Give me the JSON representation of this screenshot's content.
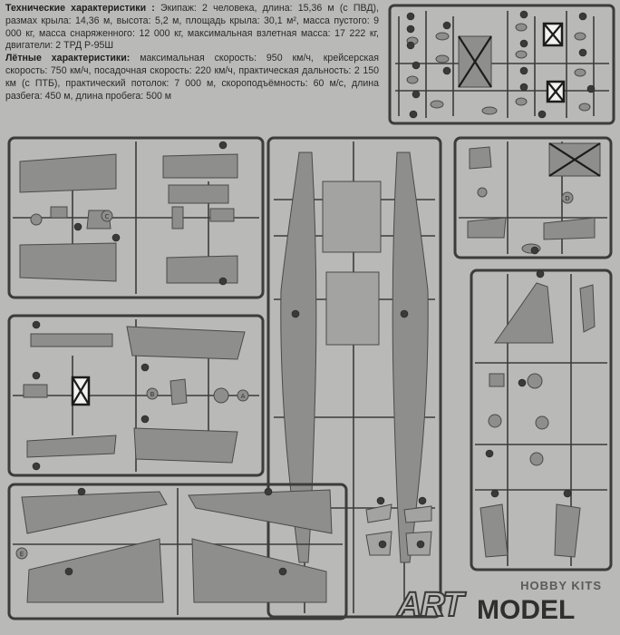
{
  "specs": {
    "tech_heading": "Технические характеристики :",
    "tech_text": " Экипаж: 2 человека, длина: 15,36 м (с ПВД), размах крыла: 14,36 м, высота: 5,2 м, площадь крыла: 30,1 м², масса пустого: 9 000 кг, масса снаряженного: 12 000 кг, максимальная взлетная масса: 17 222 кг, двигатели: 2 ТРД Р-95Ш",
    "flight_heading": "Лётные характеристики:",
    "flight_text": " максимальная скорость: 950 км/ч, крейсерская скорость: 750 км/ч, посадочная скорость: 220 км/ч, практическая дальность: 2 150 км (с ПТБ), практический потолок: 7 000 м, скороподъёмность: 60 м/с, длина разбега: 450 м, длина пробега: 500 м"
  },
  "sprue_letters": [
    "A",
    "B",
    "C",
    "D",
    "E"
  ],
  "logo": {
    "hobby_kits": "HOBBY KITS",
    "art": "ART",
    "model": "MODEL"
  },
  "colors": {
    "background": "#b9b9b7",
    "frame": "#3c3c3c",
    "part_fill": "#8e8e8c",
    "part_stroke": "#4a4a4a",
    "text": "#2a2a2a"
  }
}
